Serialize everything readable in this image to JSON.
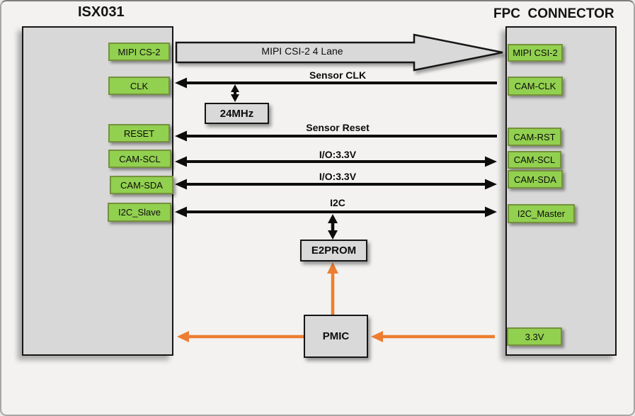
{
  "titles": {
    "left": "ISX031",
    "right": "FPC  CONNECTOR"
  },
  "left_pins": [
    "MIPI CS-2",
    "CLK",
    "RESET",
    "CAM-SCL",
    "CAM-SDA",
    "I2C_Slave"
  ],
  "right_pins": [
    "MIPI CSI-2",
    "CAM-CLK",
    "CAM-RST",
    "CAM-SCL",
    "CAM-SDA",
    "I2C_Master",
    "3.3V"
  ],
  "buses": {
    "mipi": "MIPI CSI-2 4 Lane",
    "sensor_clk": "Sensor CLK",
    "sensor_reset": "Sensor Reset",
    "io_1": "I/O:3.3V",
    "io_2": "I/O:3.3V",
    "i2c": "I2C"
  },
  "boxes": {
    "oscillator": "24MHz",
    "eeprom": "E2PROM",
    "pmic": "PMIC"
  },
  "colors": {
    "pin_green": "#92d050",
    "pin_border": "#75923c",
    "power_orange": "#ED7D31",
    "block_gray": "#d8d8d8",
    "wire_black": "#0d0d0d"
  }
}
